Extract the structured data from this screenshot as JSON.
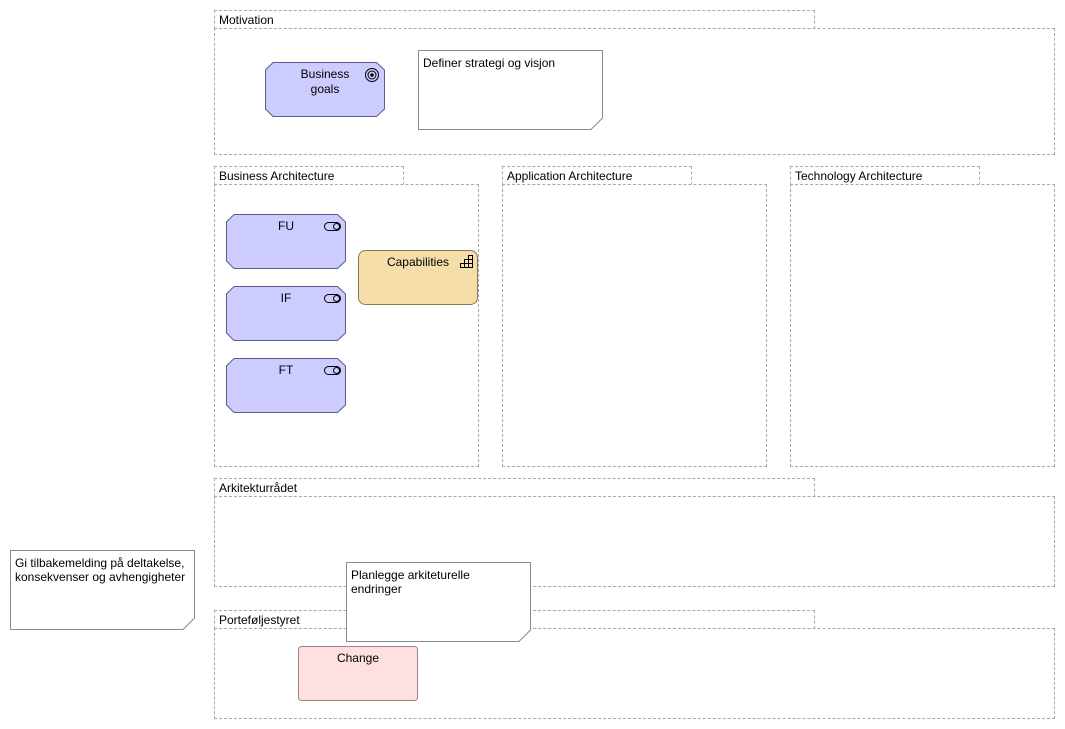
{
  "groups": {
    "motivation": "Motivation",
    "business_architecture": "Business Architecture",
    "application_architecture": "Application Architecture",
    "technology_architecture": "Technology Architecture",
    "arkitekturradet": "Arkitekturrådet",
    "portefoljestyret": "Porteføljestyret"
  },
  "elements": {
    "business_goals": "Business goals",
    "fu": "FU",
    "if": "IF",
    "ft": "FT",
    "capabilities": "Capabilities",
    "change": "Change"
  },
  "notes": {
    "definer": "Definer strategi og visjon",
    "planlegge": "Planlegge arkiteturelle endringer",
    "tilbakemelding": "Gi tilbakemelding på deltakelse, konsekvenser og avhengigheter"
  },
  "icons": {
    "goal": "goal-icon",
    "service": "service-icon",
    "capability": "capability-icon"
  },
  "colors": {
    "motivation_fill": "#ccccff",
    "capability_fill": "#f5deaa",
    "change_fill": "#ffe0e0",
    "group_border": "#a8a8a8"
  }
}
